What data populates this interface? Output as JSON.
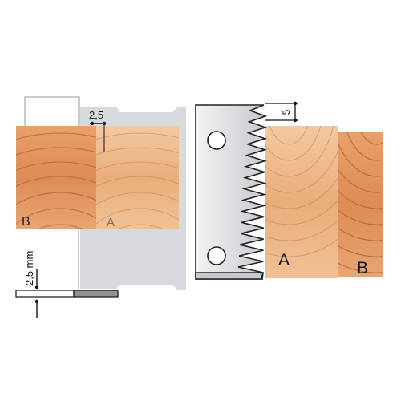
{
  "left_view": {
    "label_b": "B",
    "label_a": "A",
    "dim_top": "2,5",
    "dim_side": "2,5 mm"
  },
  "right_view": {
    "label_a": "A",
    "label_b": "B",
    "dim_tooth": "5"
  },
  "colors": {
    "wood_light": "#f2c79a",
    "wood_mid": "#e7a874",
    "wood_dark": "#c97845",
    "cutter_gray": "#d6d8dc",
    "steel": "#e9eaec",
    "outline": "#222222"
  }
}
